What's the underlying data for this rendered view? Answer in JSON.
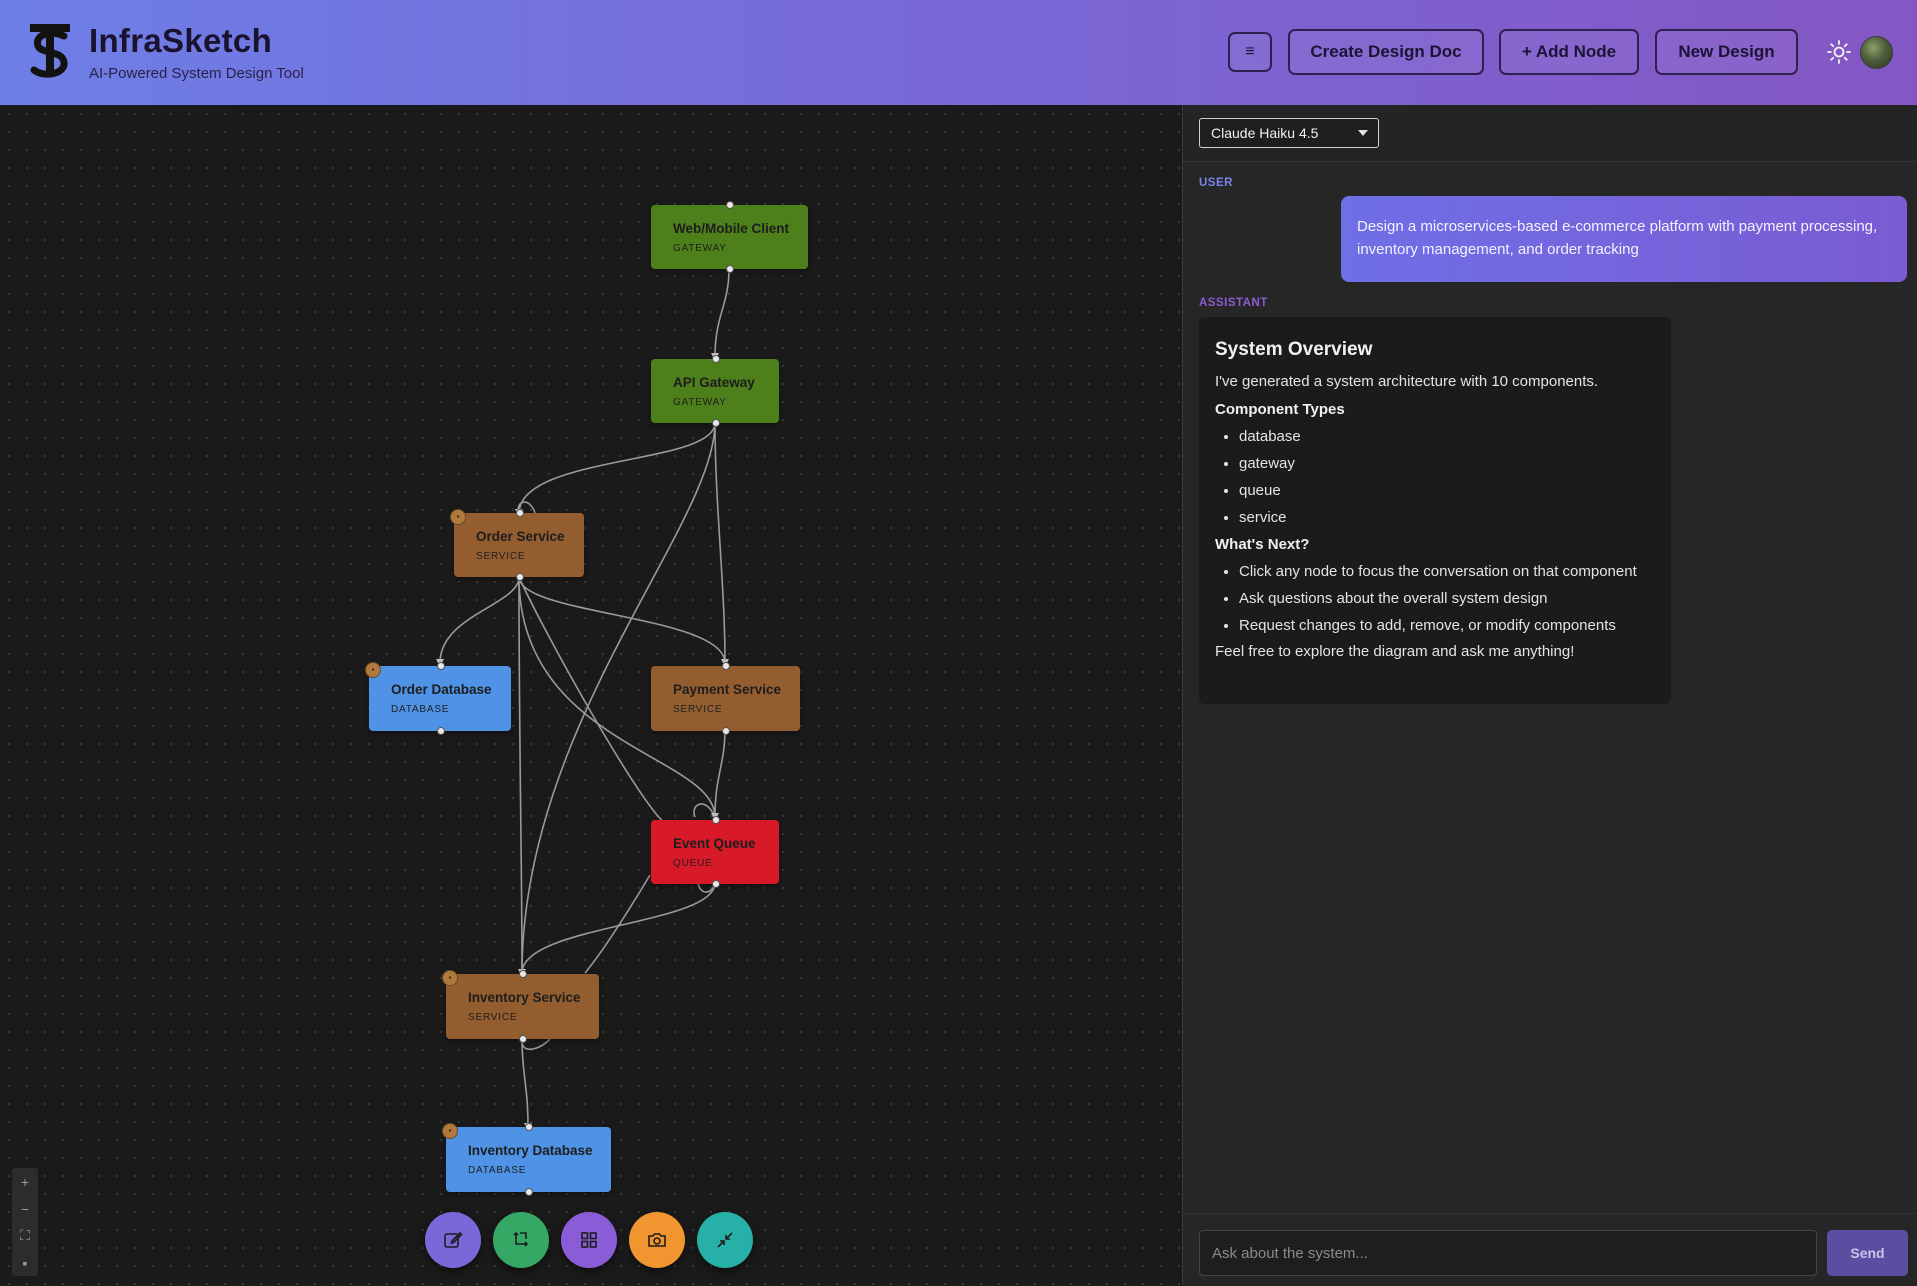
{
  "app": {
    "title": "InfraSketch",
    "subtitle": "AI-Powered System Design Tool"
  },
  "header": {
    "menu_label": "≡",
    "create_doc_label": "Create Design Doc",
    "add_node_label": "+ Add Node",
    "new_design_label": "New Design"
  },
  "diagram": {
    "nodes": [
      {
        "id": "client",
        "label": "Web/Mobile Client",
        "type": "GATEWAY"
      },
      {
        "id": "api",
        "label": "API Gateway",
        "type": "GATEWAY"
      },
      {
        "id": "order",
        "label": "Order Service",
        "type": "SERVICE"
      },
      {
        "id": "orderdb",
        "label": "Order Database",
        "type": "DATABASE"
      },
      {
        "id": "payment",
        "label": "Payment Service",
        "type": "SERVICE"
      },
      {
        "id": "queue",
        "label": "Event Queue",
        "type": "QUEUE"
      },
      {
        "id": "inventory",
        "label": "Inventory Service",
        "type": "SERVICE"
      },
      {
        "id": "invdb",
        "label": "Inventory Database",
        "type": "DATABASE"
      }
    ],
    "colors": {
      "gateway": "#4d7f1a",
      "service": "#935d2f",
      "database": "#4e93e6",
      "queue": "#d81927"
    }
  },
  "toolbar": {
    "buttons": [
      {
        "name": "edit",
        "icon": "edit-icon",
        "color": "#7b68d8"
      },
      {
        "name": "auto-layout",
        "icon": "layout-arrows-icon",
        "color": "#35a865"
      },
      {
        "name": "grid",
        "icon": "grid-icon",
        "color": "#8a5cd8"
      },
      {
        "name": "screenshot",
        "icon": "camera-icon",
        "color": "#f0952f"
      },
      {
        "name": "collapse",
        "icon": "collapse-icon",
        "color": "#27b0a8"
      }
    ]
  },
  "chat": {
    "model": "Claude Haiku 4.5",
    "user_role": "USER",
    "assistant_role": "ASSISTANT",
    "user_message": "Design a microservices-based e-commerce platform with payment processing, inventory management, and order tracking",
    "assistant": {
      "heading": "System Overview",
      "intro": "I've generated a system architecture with 10 components.",
      "types_heading": "Component Types",
      "types": [
        "database",
        "gateway",
        "queue",
        "service"
      ],
      "next_heading": "What's Next?",
      "next_items": [
        "Click any node to focus the conversation on that component",
        "Ask questions about the overall system design",
        "Request changes to add, remove, or modify components"
      ],
      "closing": "Feel free to explore the diagram and ask me anything!"
    },
    "input_placeholder": "Ask about the system...",
    "send_label": "Send"
  }
}
